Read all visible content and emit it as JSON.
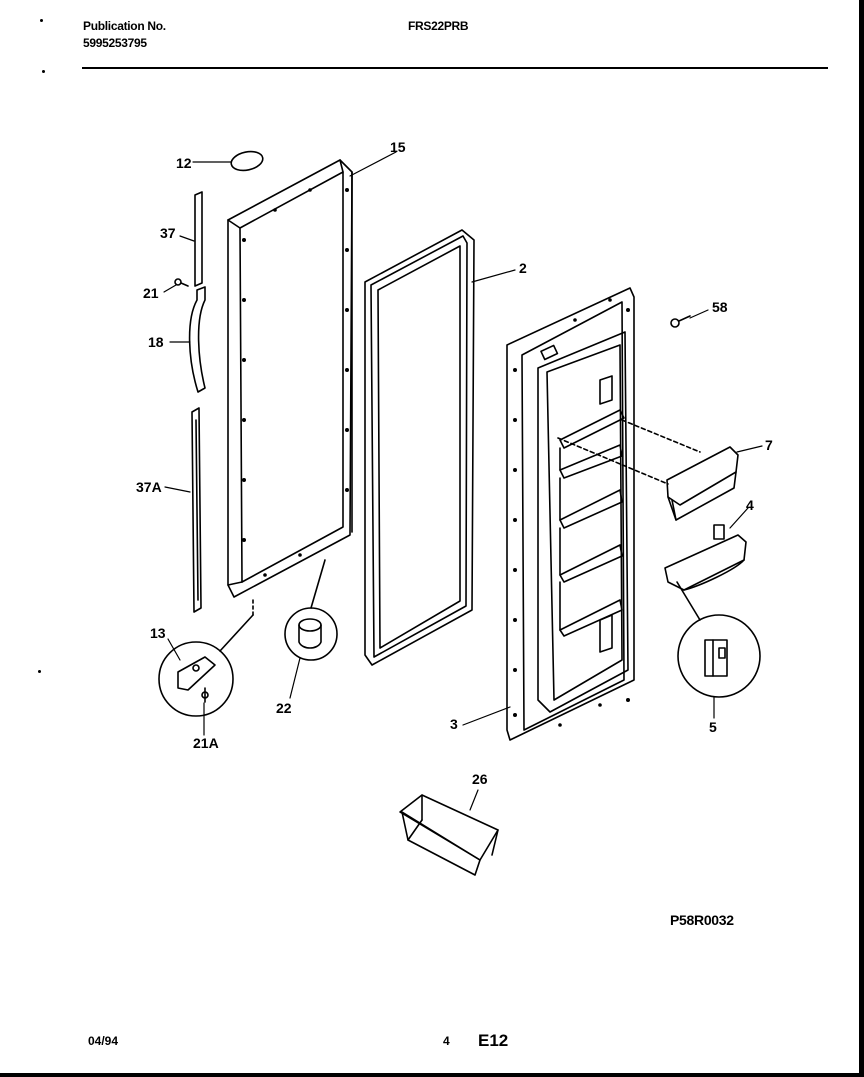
{
  "header": {
    "publication_label": "Publication No.",
    "publication_number": "5995253795",
    "model": "FRS22PRB"
  },
  "diagram": {
    "code": "P58R0032",
    "callouts": {
      "c12": "12",
      "c15": "15",
      "c37": "37",
      "c21": "21",
      "c18": "18",
      "c2": "2",
      "c58": "58",
      "c7": "7",
      "c4": "4",
      "c37a": "37A",
      "c13": "13",
      "c22": "22",
      "c21a": "21A",
      "c3": "3",
      "c5": "5",
      "c26": "26"
    }
  },
  "footer": {
    "date": "04/94",
    "page": "4",
    "section": "E12"
  }
}
